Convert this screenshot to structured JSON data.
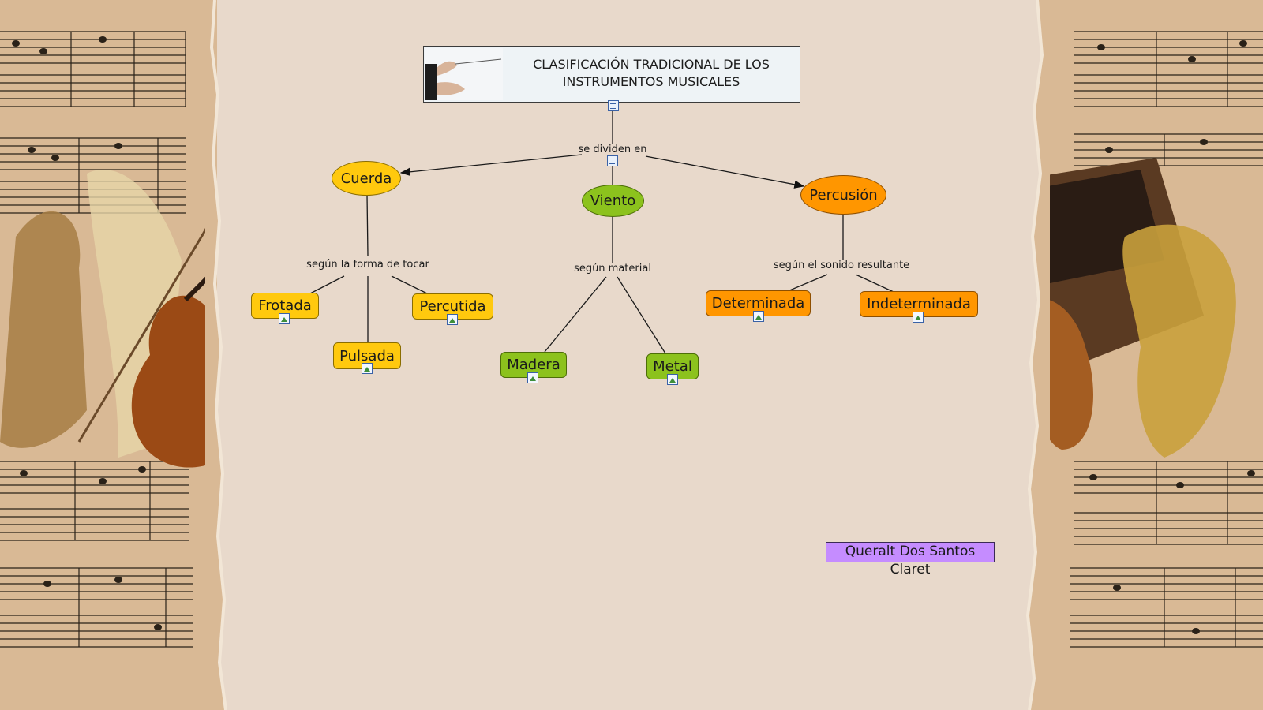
{
  "title": {
    "line1": "CLASIFICACIÓN TRADICIONAL DE LOS",
    "line2": "INSTRUMENTOS MUSICALES"
  },
  "links": {
    "root": "se dividen en",
    "cuerda": "según la forma de tocar",
    "viento": "según material",
    "percusion": "según el sonido resultante"
  },
  "nodes": {
    "cuerda": "Cuerda",
    "viento": "Viento",
    "percusion": "Percusión",
    "frotada": "Frotada",
    "pulsada": "Pulsada",
    "percutida": "Percutida",
    "madera": "Madera",
    "metal": "Metal",
    "determinada": "Determinada",
    "indeterminada": "Indeterminada"
  },
  "author": "Queralt Dos Santos Claret",
  "colors": {
    "string": "#ffc90e",
    "wind": "#8cc21d",
    "percussion": "#ff9600",
    "author": "#c58cff"
  }
}
